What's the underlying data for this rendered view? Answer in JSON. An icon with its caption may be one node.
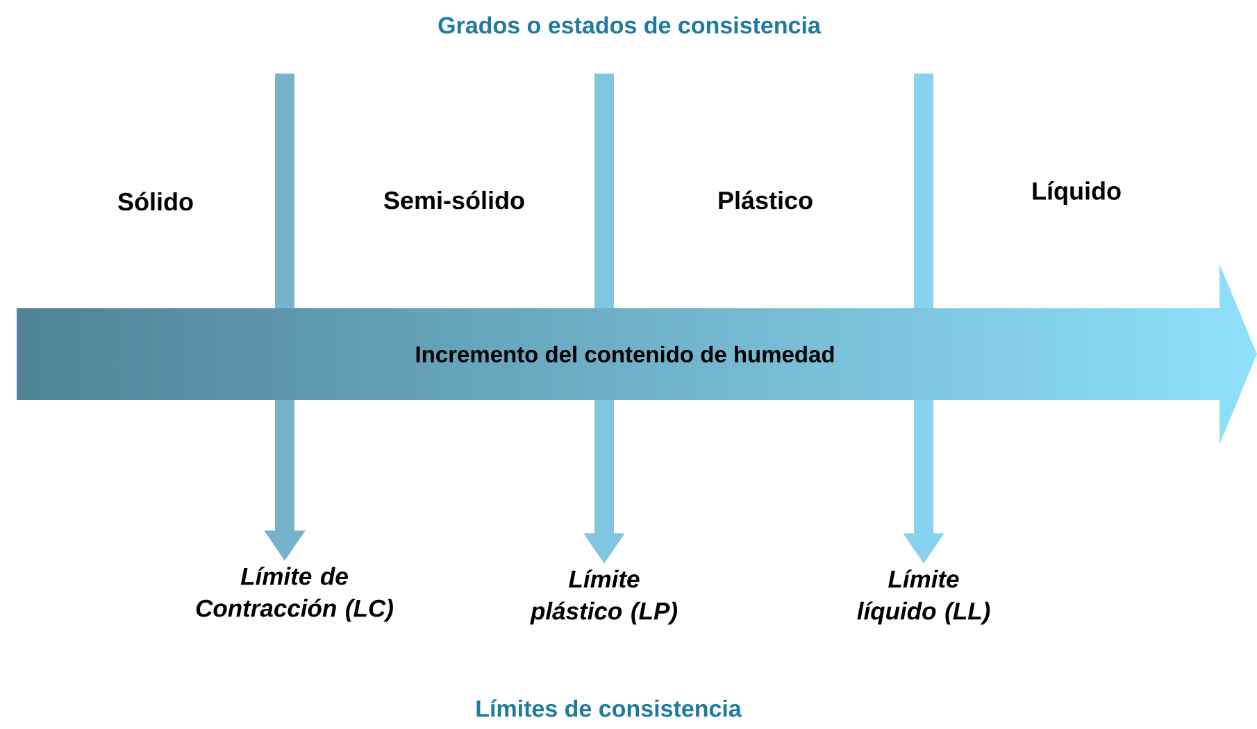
{
  "diagram": {
    "title": "Grados o estados de consistencia",
    "caption": "Límites de consistencia",
    "nodes": [
      {
        "text": [
          "Incremento del contenido de humedad"
        ]
      },
      {
        "text": [
          "Límite de Contracción (LC)"
        ]
      },
      {
        "text": [
          "Límite plástico (LP)"
        ]
      },
      {
        "text": [
          "Límite líquido (LL)"
        ]
      }
    ],
    "edges": [
      {
        "from": null,
        "to": 1,
        "arrow": "to"
      },
      {
        "from": null,
        "to": 2,
        "arrow": "to"
      },
      {
        "from": null,
        "to": 3,
        "arrow": "to"
      }
    ],
    "labels": [
      "Sólido",
      "Semi-sólido",
      "Plástico",
      "Líquido"
    ]
  }
}
